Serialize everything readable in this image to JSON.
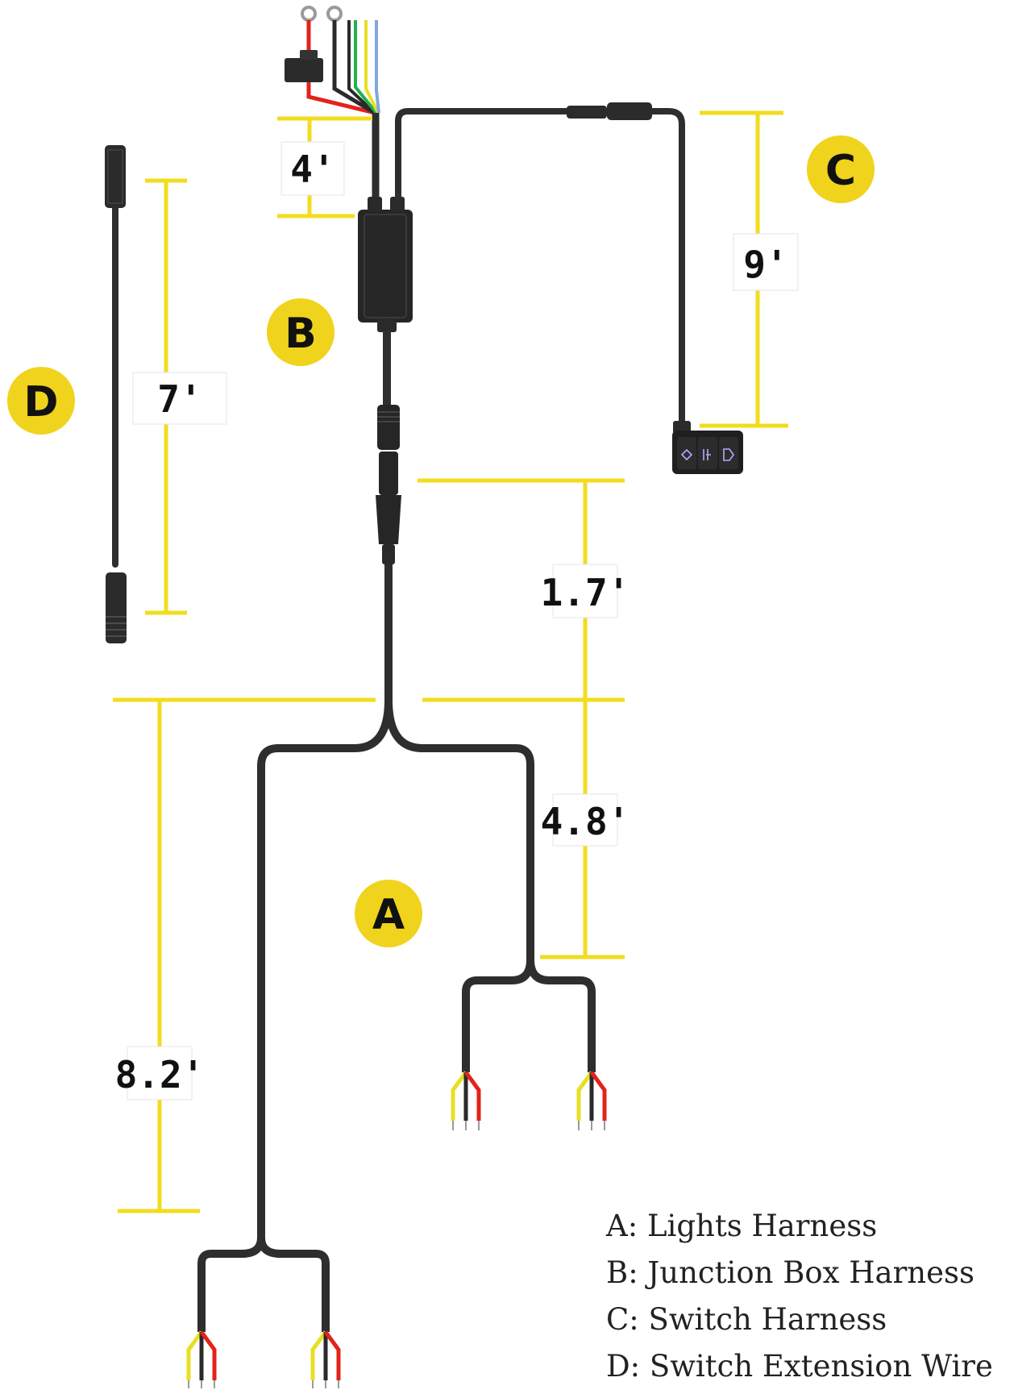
{
  "colors": {
    "dimension": "#f2dc1e",
    "badge": "#f0d31c",
    "cable": "#2e2e2e",
    "wire_red": "#e2231a",
    "wire_yellow": "#e8df24",
    "wire_green": "#22b14c",
    "wire_blue": "#7fa7e0"
  },
  "badges": {
    "a": "A",
    "b": "B",
    "c": "C",
    "d": "D"
  },
  "dimensions": {
    "junction_box_lead": "4'",
    "switch_harness": "9'",
    "extension_wire": "7'",
    "lights_trunk": "1.7'",
    "lights_right_branch": "4.8'",
    "lights_left_branch": "8.2'"
  },
  "legend": [
    {
      "letter": "A",
      "text": "A: Lights Harness"
    },
    {
      "letter": "B",
      "text": "B: Junction Box Harness"
    },
    {
      "letter": "C",
      "text": "C: Switch Harness"
    },
    {
      "letter": "D",
      "text": "D: Switch Extension Wire"
    }
  ]
}
